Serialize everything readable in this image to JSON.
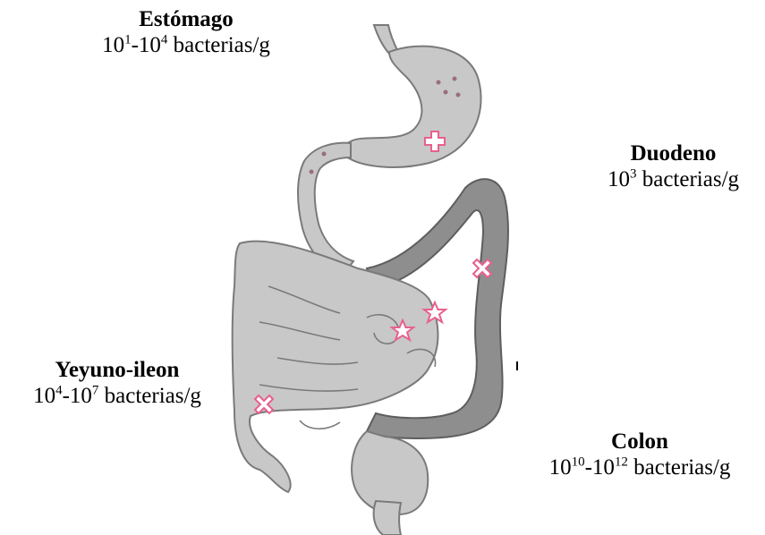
{
  "labels": {
    "stomach": {
      "name": "Estómago",
      "base1": "10",
      "exp1": "1",
      "base2": "10",
      "exp2": "4",
      "unit": "bacterias/g"
    },
    "duodenum": {
      "name": "Duodeno",
      "base1": "10",
      "exp1": "3",
      "unit": "bacterias/g"
    },
    "jejunum": {
      "name": "Yeyuno-ileon",
      "base1": "10",
      "exp1": "4",
      "base2": "10",
      "exp2": "7",
      "unit": "bacterias/g"
    },
    "colon": {
      "name": "Colon",
      "base1": "10",
      "exp1": "10",
      "base2": "10",
      "exp2": "12",
      "unit": "bacterias/g"
    }
  },
  "colors": {
    "organ_light": "#c8c8c8",
    "organ_dark": "#8e8e8e",
    "outline": "#7a7a7a",
    "marker_fill": "#ffffff",
    "marker_stroke": "#e8608c",
    "dot": "#9a6e7a"
  },
  "markers": [
    "cross-icon",
    "x-icon",
    "star-icon",
    "star-icon",
    "x-icon"
  ]
}
